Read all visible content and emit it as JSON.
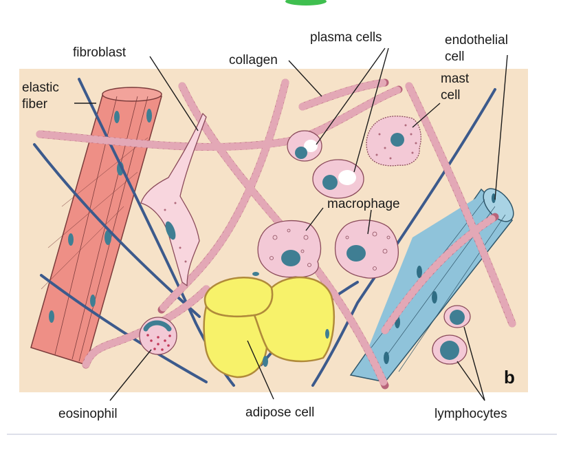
{
  "diagram": {
    "panel_letter": "b",
    "labels": {
      "fibroblast": "fibroblast",
      "collagen": "collagen",
      "plasma_cells": "plasma cells",
      "endothelial_cell_1": "endothelial",
      "endothelial_cell_2": "cell",
      "mast_cell_1": "mast",
      "mast_cell_2": "cell",
      "elastic_fiber_1": "elastic",
      "elastic_fiber_2": "fiber",
      "macrophage": "macrophage",
      "eosinophil": "eosinophil",
      "adipose_cell": "adipose cell",
      "lymphocytes": "lymphocytes"
    },
    "colors": {
      "background": "#f6e2c8",
      "collagen": "#b8647a",
      "collagen_band": "#e8b3c0",
      "elastic_fiber": "#3c5a8c",
      "vessel_pink": "#ee8f86",
      "vessel_blue": "#8fc3da",
      "adipose": "#f7f26a",
      "cell_pink": "#f3c9d6",
      "nucleus": "#3f7e93"
    }
  }
}
